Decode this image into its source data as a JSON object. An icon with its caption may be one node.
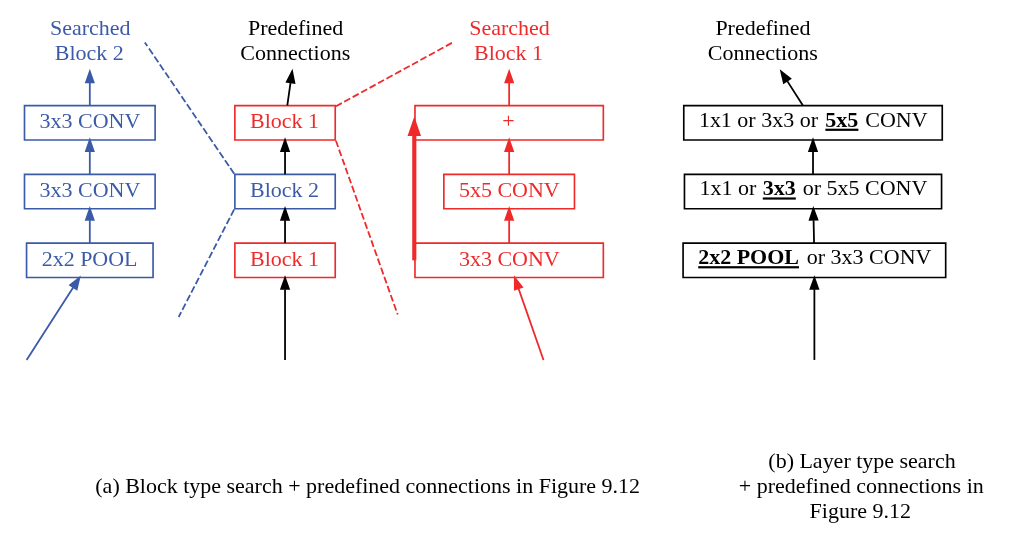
{
  "diagram": {
    "nodes": [
      {
        "text": [
          "Searched Block 2"
        ]
      },
      {
        "text": [
          "3x3 CONV"
        ]
      },
      {
        "text": [
          "3x3 CONV"
        ]
      },
      {
        "text": [
          "2x2 POOL"
        ]
      },
      {
        "text": [
          "Predefined Connections"
        ]
      },
      {
        "text": [
          "Block 1"
        ]
      },
      {
        "text": [
          "Block 2"
        ]
      },
      {
        "text": [
          "Block 1"
        ]
      },
      {
        "text": [
          "Searched Block 1"
        ]
      },
      {
        "text": [
          "+"
        ]
      },
      {
        "text": [
          "5x5 CONV"
        ]
      },
      {
        "text": [
          "3x3 CONV"
        ]
      },
      {
        "text": [
          "Predefined Connections"
        ]
      },
      {
        "text": [
          "1x1 or 3x3 or **5x5** CONV"
        ]
      },
      {
        "text": [
          "1x1 or **3x3** or 5x5 CONV"
        ]
      },
      {
        "text": [
          "**2x2 POOL** or 3x3 CONV"
        ]
      }
    ],
    "edges": [
      {
        "from": null,
        "to": 3,
        "arrow": "to",
        "color": "#3b5ba8"
      },
      {
        "from": 3,
        "to": 2,
        "arrow": "to",
        "color": "#3b5ba8"
      },
      {
        "from": 2,
        "to": 1,
        "arrow": "to",
        "color": "#3b5ba8"
      },
      {
        "from": 1,
        "to": 0,
        "arrow": "to",
        "color": "#3b5ba8"
      },
      {
        "from": null,
        "to": 7,
        "arrow": "to"
      },
      {
        "from": 7,
        "to": 6,
        "arrow": "to"
      },
      {
        "from": 6,
        "to": 5,
        "arrow": "to"
      },
      {
        "from": 5,
        "to": 4,
        "arrow": "to"
      },
      {
        "from": null,
        "to": 11,
        "arrow": "to",
        "color": "#ee2a2a"
      },
      {
        "from": 11,
        "to": 10,
        "arrow": "to",
        "color": "#ee2a2a"
      },
      {
        "from": 10,
        "to": 9,
        "arrow": "to",
        "color": "#ee2a2a"
      },
      {
        "from": 9,
        "to": 8,
        "arrow": "to",
        "color": "#ee2a2a"
      },
      {
        "from": 11,
        "to": 9,
        "arrow": "to",
        "style": "thick",
        "color": "#ee2a2a"
      },
      {
        "from": null,
        "to": 15,
        "arrow": "to"
      },
      {
        "from": 15,
        "to": 14,
        "arrow": "to"
      },
      {
        "from": 14,
        "to": 13,
        "arrow": "to"
      },
      {
        "from": 13,
        "to": 12,
        "arrow": "to"
      },
      {
        "from": 6,
        "to": 0,
        "arrow": "none",
        "style": "dashed",
        "color": "#3b5ba8"
      },
      {
        "from": 6,
        "to": null,
        "arrow": "none",
        "style": "dashed",
        "color": "#3b5ba8"
      },
      {
        "from": 5,
        "to": 8,
        "arrow": "none",
        "style": "dashed",
        "color": "#ee2a2a"
      },
      {
        "from": 5,
        "to": null,
        "arrow": "none",
        "style": "dashed",
        "color": "#ee2a2a"
      }
    ],
    "labels": [
      "(a) Block type search + predefined connections in Figure 9.12",
      "(b) Layer type search + predefined connections in Figure 9.12"
    ]
  }
}
